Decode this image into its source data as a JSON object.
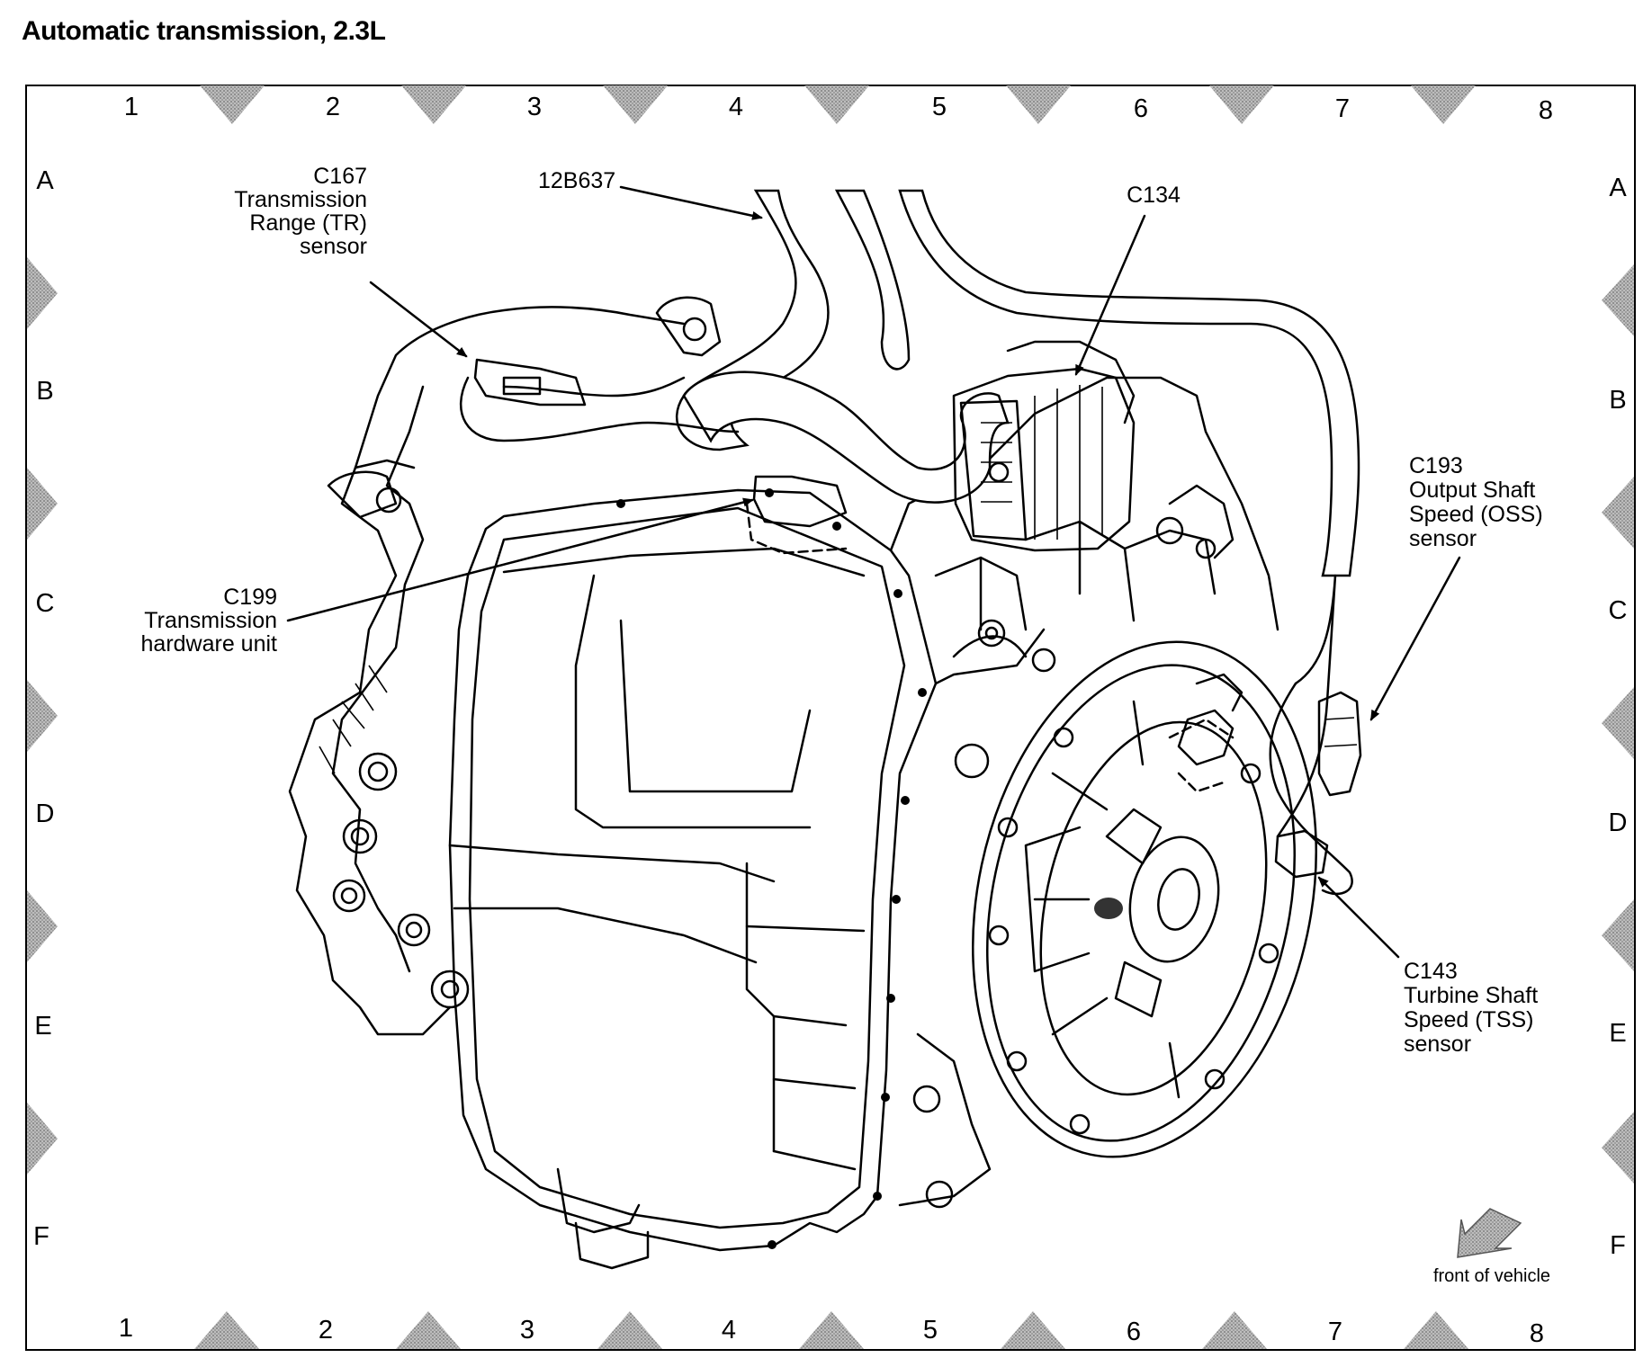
{
  "title": "Automatic transmission, 2.3L",
  "grid": {
    "columns": [
      "1",
      "2",
      "3",
      "4",
      "5",
      "6",
      "7",
      "8"
    ],
    "rows": [
      "A",
      "B",
      "C",
      "D",
      "E",
      "F"
    ]
  },
  "callouts": {
    "c167": [
      "C167",
      "Transmission",
      "Range (TR)",
      "sensor"
    ],
    "b637": [
      "12B637"
    ],
    "c134": [
      "C134"
    ],
    "c199": [
      "C199",
      "Transmission",
      "hardware unit"
    ],
    "c193": [
      "C193",
      "Output Shaft",
      "Speed (OSS)",
      "sensor"
    ],
    "c143": [
      "C143",
      "Turbine Shaft",
      "Speed (TSS)",
      "sensor"
    ]
  },
  "orientation": {
    "label": "front of vehicle",
    "icon": "front-arrow-icon"
  }
}
